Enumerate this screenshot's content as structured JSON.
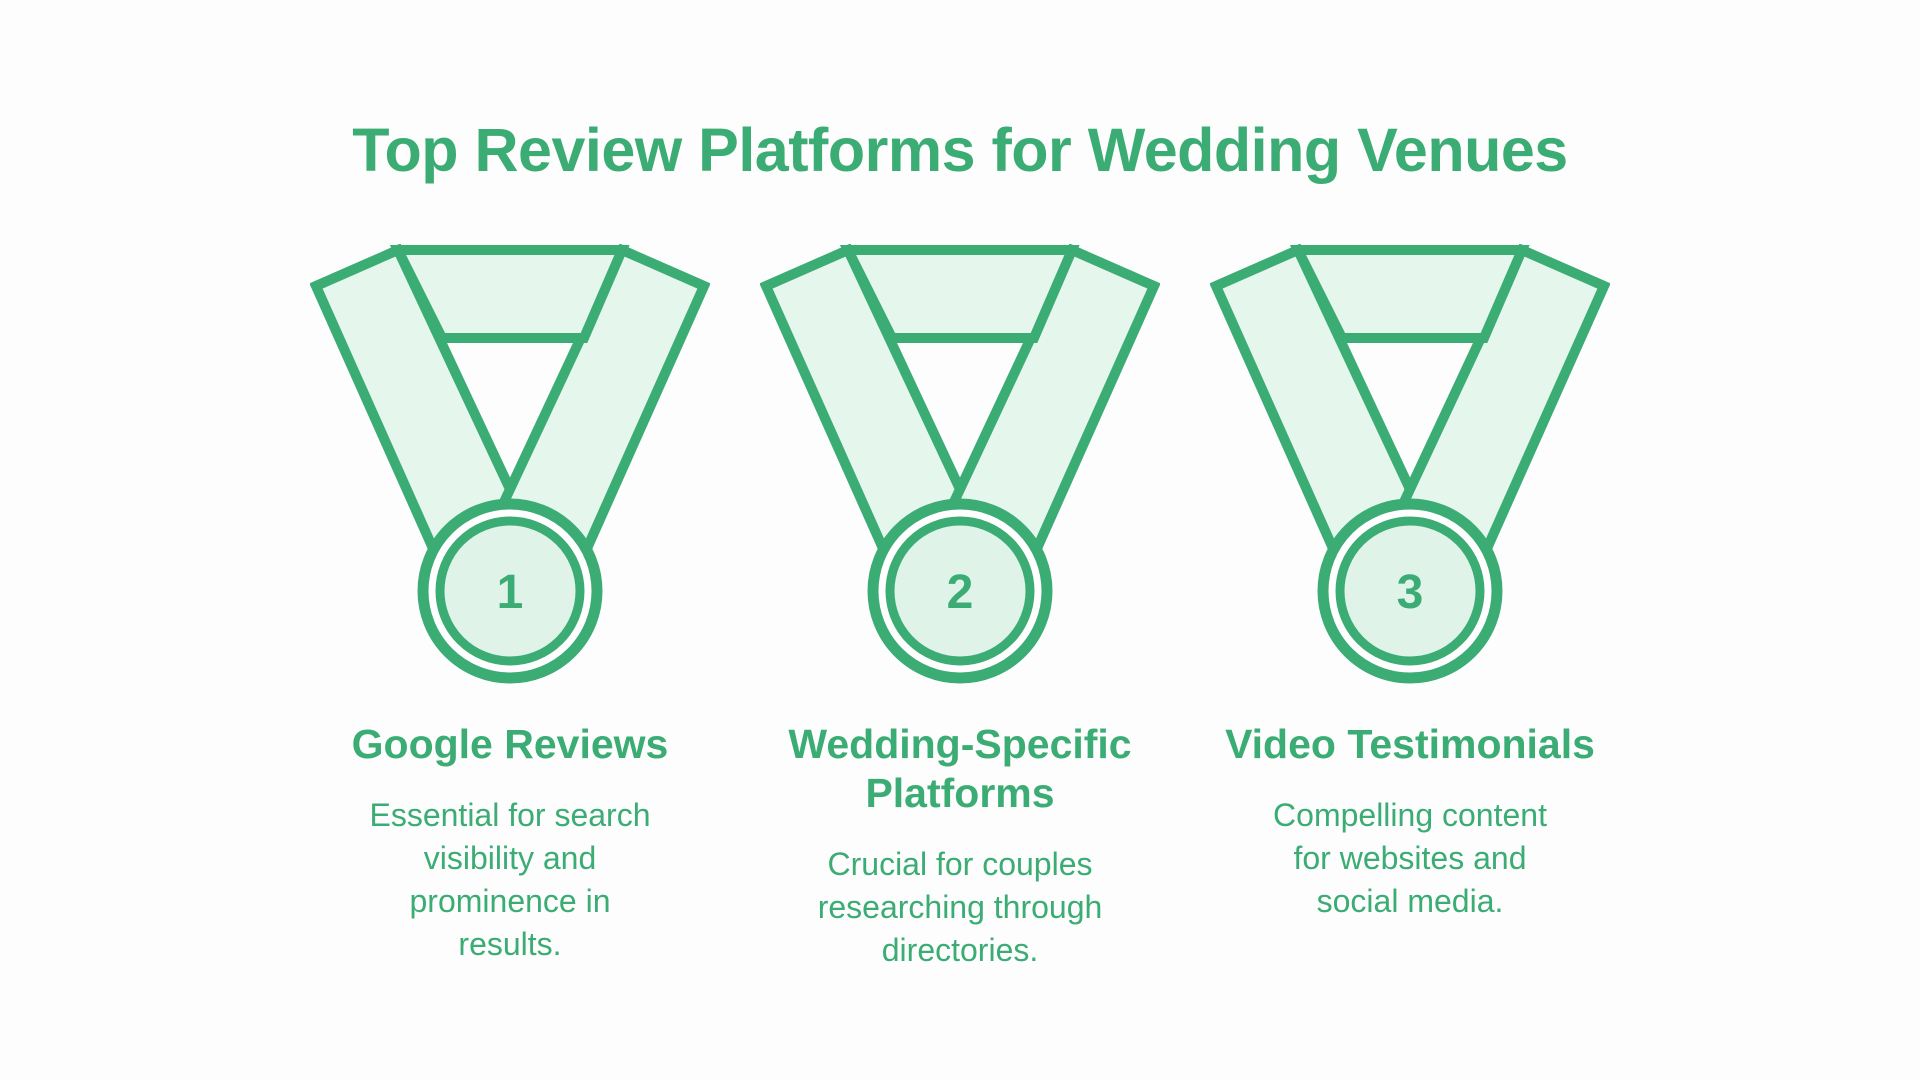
{
  "title": "Top Review Platforms for Wedding Venues",
  "theme": {
    "accent_green": "#3bac74",
    "ribbon_fill_light_green": "#e5f6ec",
    "medal_fill_light_green": "#dff3e8",
    "ring_gap_white": "#ffffff",
    "background": "#fdfdfd"
  },
  "items": [
    {
      "rank": "1",
      "heading_lines": [
        "Google Reviews"
      ],
      "body_lines": [
        "Essential for search",
        "visibility and",
        "prominence in",
        "results."
      ]
    },
    {
      "rank": "2",
      "heading_lines": [
        "Wedding-Specific",
        "Platforms"
      ],
      "body_lines": [
        "Crucial for couples",
        "researching through",
        "directories."
      ]
    },
    {
      "rank": "3",
      "heading_lines": [
        "Video Testimonials"
      ],
      "body_lines": [
        "Compelling content",
        "for websites and",
        "social media."
      ]
    }
  ]
}
